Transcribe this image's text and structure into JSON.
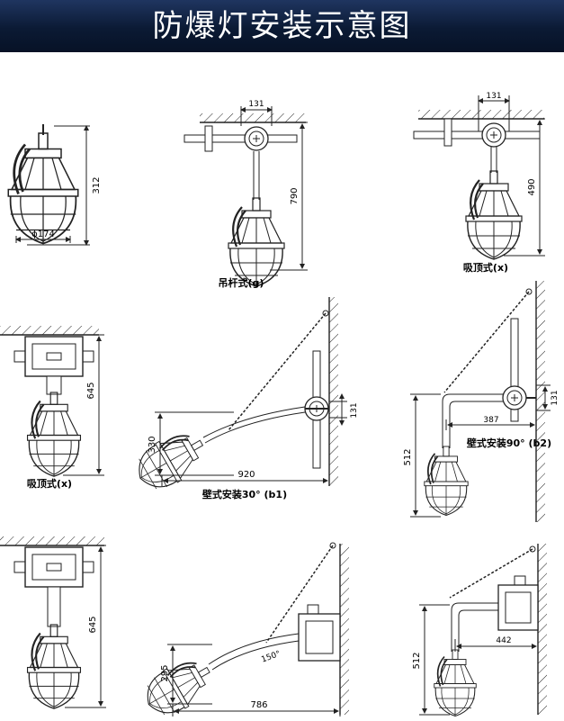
{
  "header": {
    "title": "防爆灯安装示意图"
  },
  "panels": {
    "p1": {
      "dim_height": "312",
      "dim_width": "ϕ174"
    },
    "p2": {
      "dim_top": "131",
      "dim_height": "790",
      "caption": "吊杆式(g)"
    },
    "p3": {
      "dim_top": "131",
      "dim_height": "490",
      "caption": "吸顶式(x)"
    },
    "p4": {
      "dim_height": "645",
      "caption": "吸顶式(x)"
    },
    "p5": {
      "dim_side": "131",
      "dim_height": "330",
      "dim_width": "920",
      "caption": "壁式安装30° (b1)"
    },
    "p6": {
      "dim_side": "131",
      "dim_width": "387",
      "dim_height": "512",
      "caption": "壁式安装90° (b2)"
    },
    "p7": {
      "dim_height": "645"
    },
    "p8": {
      "dim_height": "295",
      "dim_angle": "150°",
      "dim_width": "786"
    },
    "p9": {
      "dim_width": "442",
      "dim_height": "512"
    }
  }
}
